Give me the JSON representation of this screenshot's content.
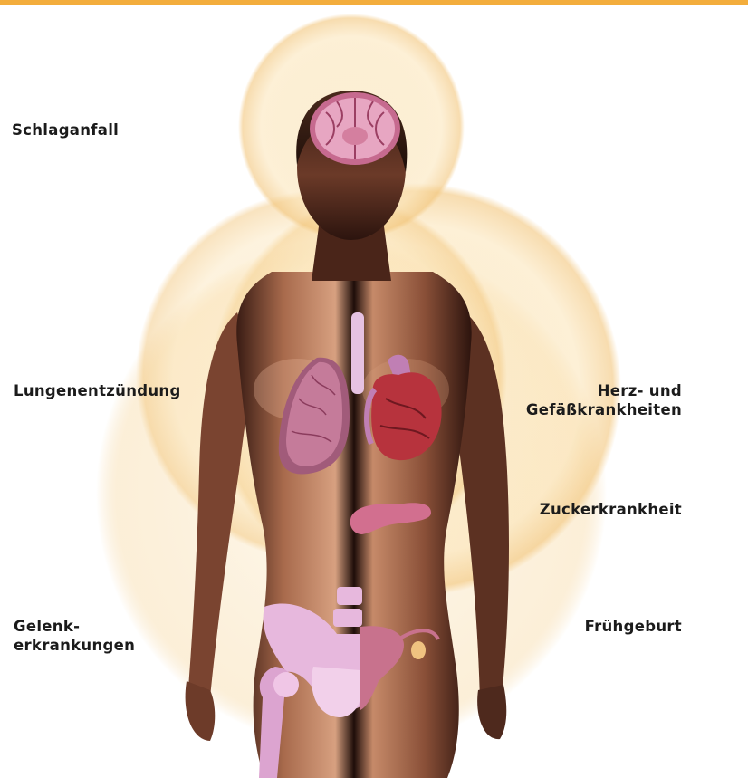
{
  "labels": {
    "stroke": [
      "Schlaganfall"
    ],
    "pneumonia": [
      "Lungenentzündung"
    ],
    "cardiovascular": [
      "Herz- und",
      "Gefäßkrankheiten"
    ],
    "diabetes": [
      "Zuckerkrankheit"
    ],
    "joint_disease": [
      "Gelenk-",
      "erkrankungen"
    ],
    "preterm_birth": [
      "Frühgeburt"
    ]
  },
  "colors": {
    "accent_rule": "#f3ad3c",
    "label_text": "#1b1b1b",
    "skin_light": "#c98e6e",
    "skin_dark": "#2a1410",
    "glow": "#f6d79c",
    "organ_pink": "#d98aa8",
    "organ_mauve": "#b56d8c",
    "bone": "#e7b8dd",
    "heart_red": "#b7333d"
  },
  "icons": {
    "brain": "brain-icon",
    "lungs": "lungs-icon",
    "heart": "heart-icon",
    "pancreas": "pancreas-icon",
    "pelvis": "pelvis-icon",
    "uterus": "uterus-icon"
  }
}
